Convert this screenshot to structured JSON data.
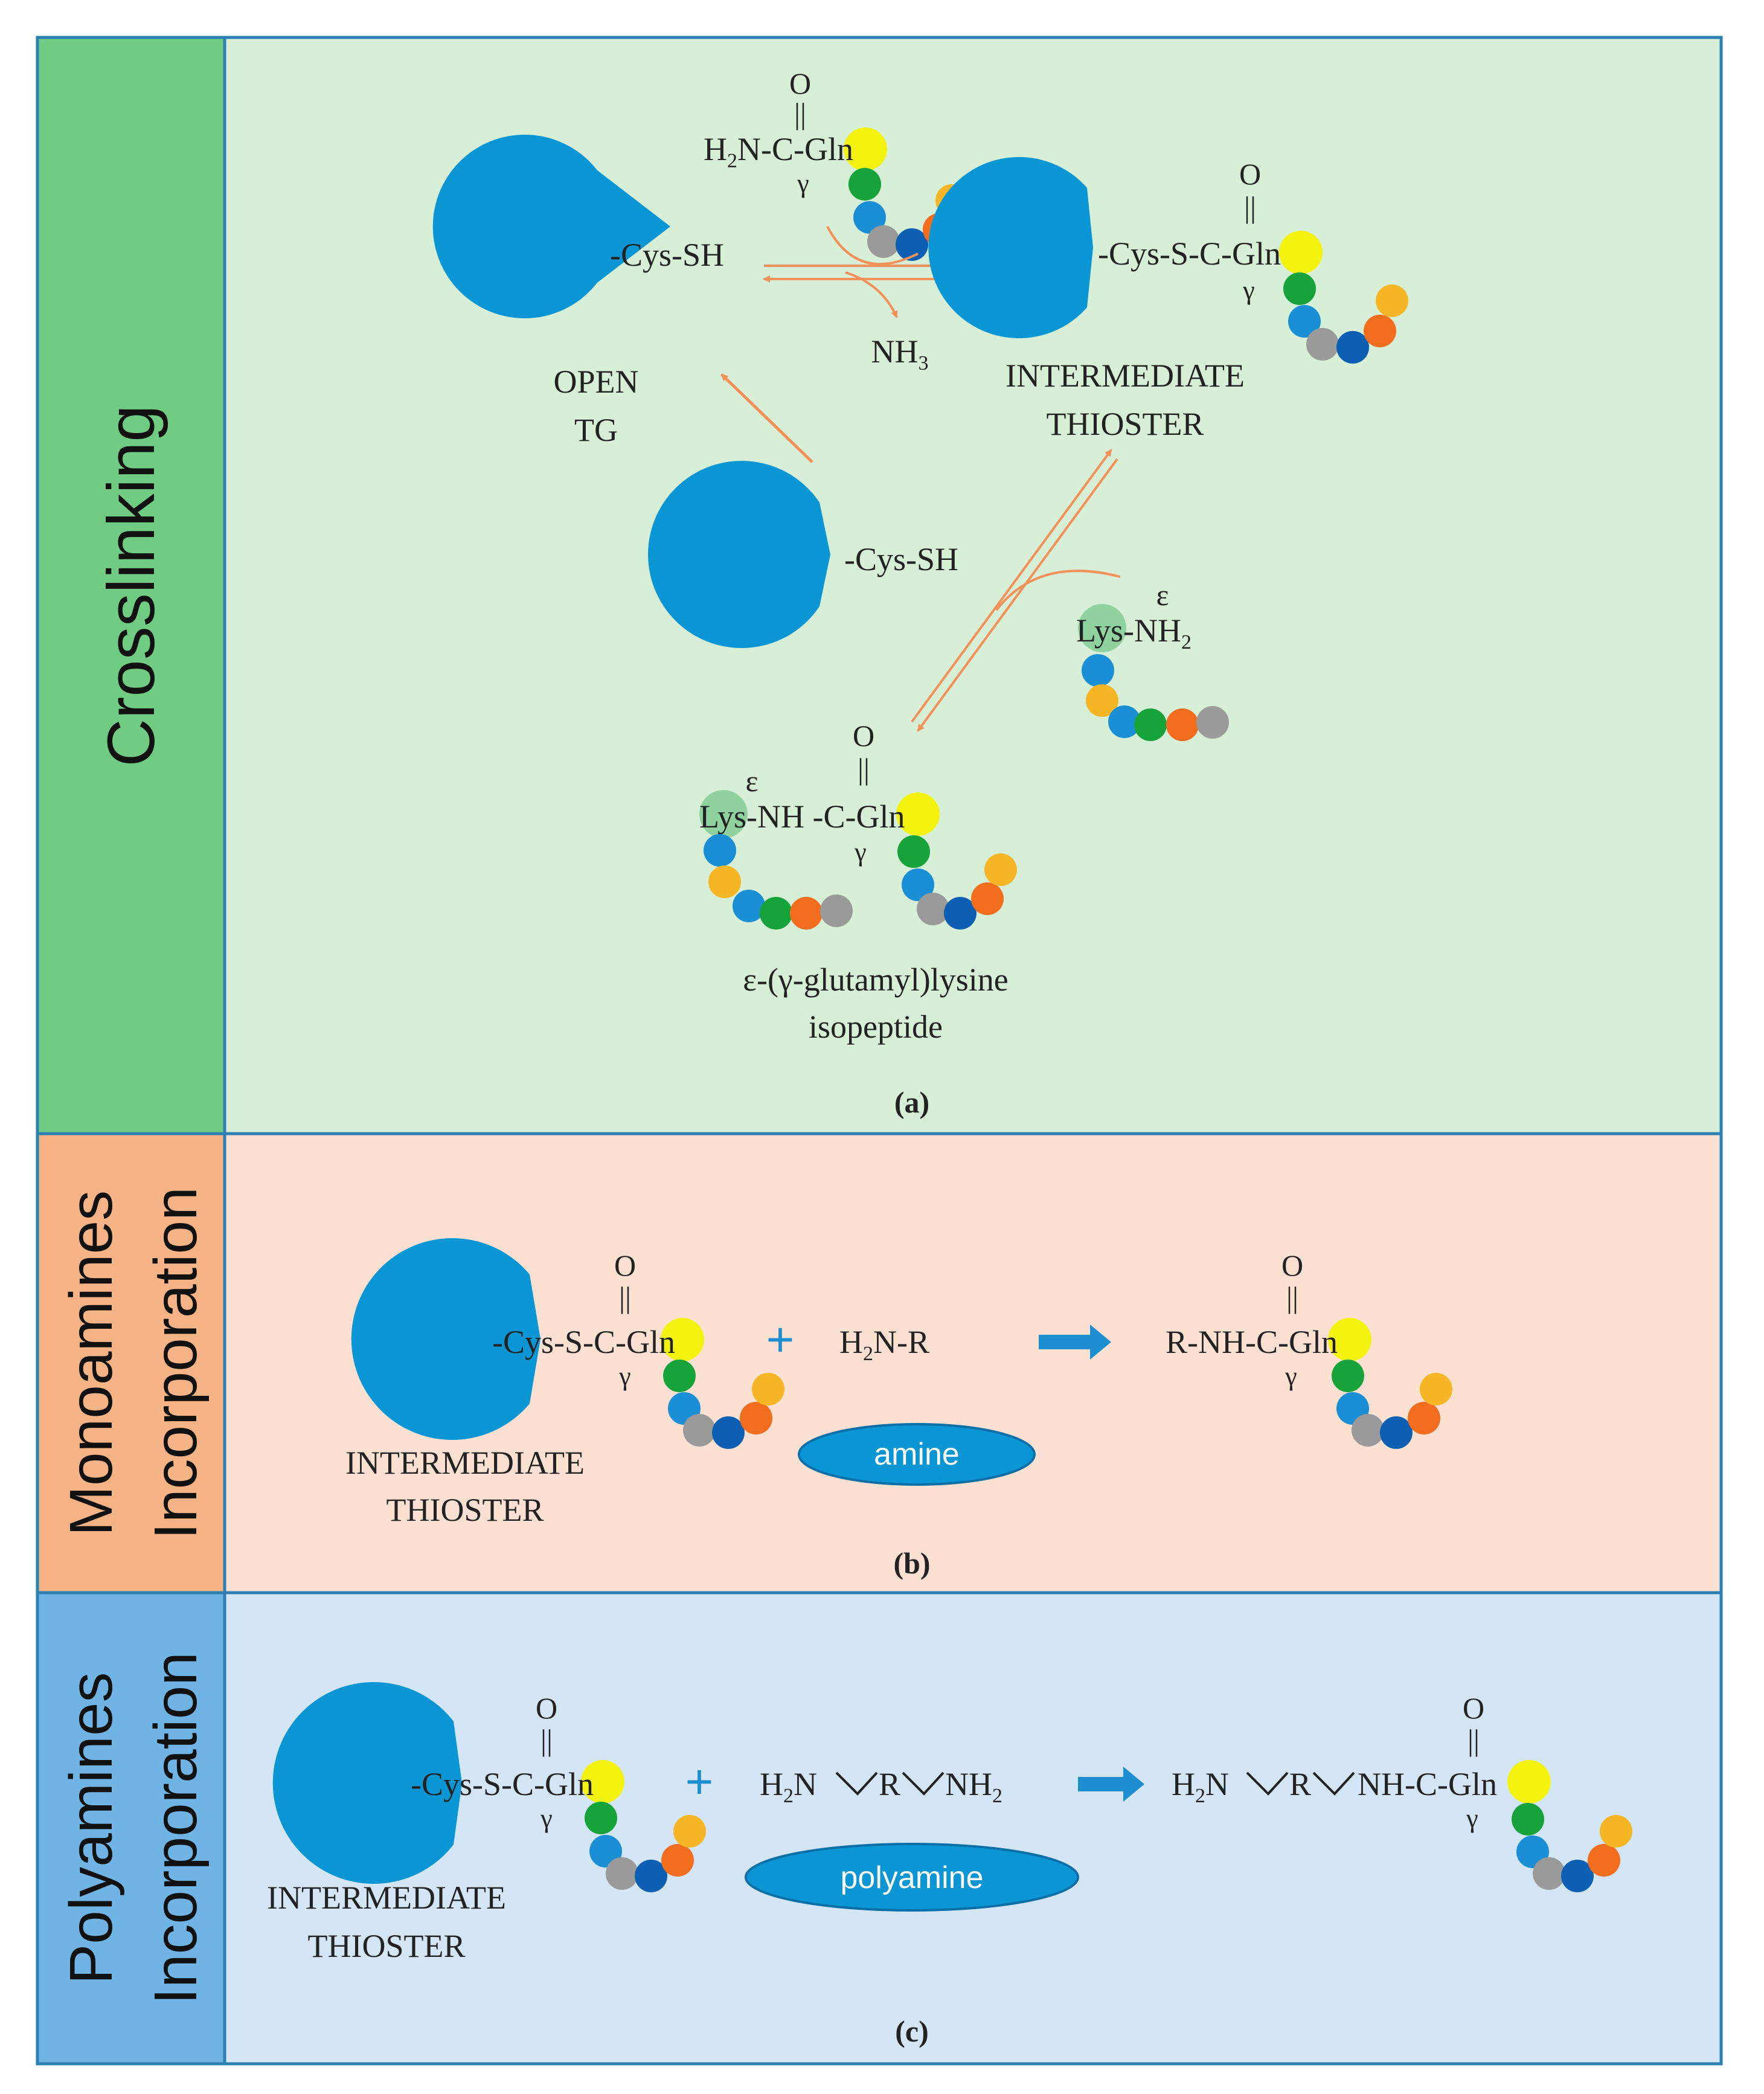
{
  "colors": {
    "enzyme": "#0a96d4",
    "bead_green": "#16a33a",
    "bead_blue": "#1a8fd6",
    "bead_gray": "#9a9a9a",
    "bead_darkblue": "#0d5fb3",
    "bead_orange": "#f26d1d",
    "bead_yellow": "#f7b625",
    "gln_highlight": "#f3f30f",
    "lys_highlight": "#8fd2a0",
    "arrow_orange": "#f4915b",
    "arrow_blue": "#1d8fd0",
    "panel_a_bg": "#d7efd7",
    "panel_a_side": "#70cc83",
    "panel_b_bg": "#fce1d3",
    "panel_b_side": "#f6b385",
    "panel_c_bg": "#d4e6f6",
    "panel_c_side": "#6fb4e4",
    "panel_border": "#2c7fb3"
  },
  "panels": {
    "a": {
      "side_label": "Crosslinking",
      "caption": "(a)",
      "gln_substrate": {
        "o": "O",
        "dbl": "||",
        "left": "H",
        "sub": "2",
        "mid": "N-C-",
        "gln": "Gln",
        "gamma": "γ"
      },
      "open_enzyme": {
        "group": "-Cys-SH",
        "label_line1": "OPEN",
        "label_line2": "TG"
      },
      "ammonia": {
        "text": "NH",
        "sub": "3"
      },
      "thioester": {
        "o": "O",
        "dbl": "||",
        "group": "-Cys-S-C-",
        "gln": "Gln",
        "gamma": "γ",
        "label_line1": "INTERMEDIATE",
        "label_line2": "THIOSTER"
      },
      "released_enzyme": {
        "group": "-Cys-SH"
      },
      "lysine_substrate": {
        "epsilon": "ε",
        "lys": "Lys",
        "rest": "-NH",
        "sub": "2"
      },
      "product": {
        "o": "O",
        "dbl": "||",
        "epsilon": "ε",
        "lys": "Lys",
        "mid": "-NH -C-",
        "gln": "Gln",
        "gamma": "γ",
        "name_line1": "ε-(γ-glutamyl)lysine",
        "name_line2": "isopeptide"
      }
    },
    "b": {
      "side_label_line1": "Monoamines",
      "side_label_line2": "Incorporation",
      "caption": "(b)",
      "thioester": {
        "o": "O",
        "dbl": "||",
        "group": "-Cys-S-",
        "c": "C-",
        "gln": "Gln",
        "gamma": "γ",
        "label_line1": "INTERMEDIATE",
        "label_line2": "THIOSTER"
      },
      "plus": "+",
      "amine_formula": {
        "h": "H",
        "sub": "2",
        "rest": "N-R"
      },
      "amine_pill": "amine",
      "product": {
        "o": "O",
        "dbl": "||",
        "left": "R-NH-C-",
        "gln": "Gln",
        "gamma": "γ"
      }
    },
    "c": {
      "side_label_line1": "Polyamines",
      "side_label_line2": "Incorporation",
      "caption": "(c)",
      "thioester": {
        "o": "O",
        "dbl": "||",
        "group": "-Cys-S-",
        "c": "C-",
        "gln": "Gln",
        "gamma": "γ",
        "label_line1": "INTERMEDIATE",
        "label_line2": "THIOSTER"
      },
      "plus": "+",
      "polyamine_formula": {
        "h1": "H",
        "sub1": "2",
        "n1": "N",
        "r": "R",
        "nh": "NH",
        "sub2": "2"
      },
      "polyamine_pill": "polyamine",
      "product": {
        "o": "O",
        "dbl": "||",
        "h": "H",
        "sub": "2",
        "n": "N",
        "r": "R",
        "tail": "NH-C-",
        "gln": "Gln",
        "gamma": "γ"
      }
    }
  }
}
